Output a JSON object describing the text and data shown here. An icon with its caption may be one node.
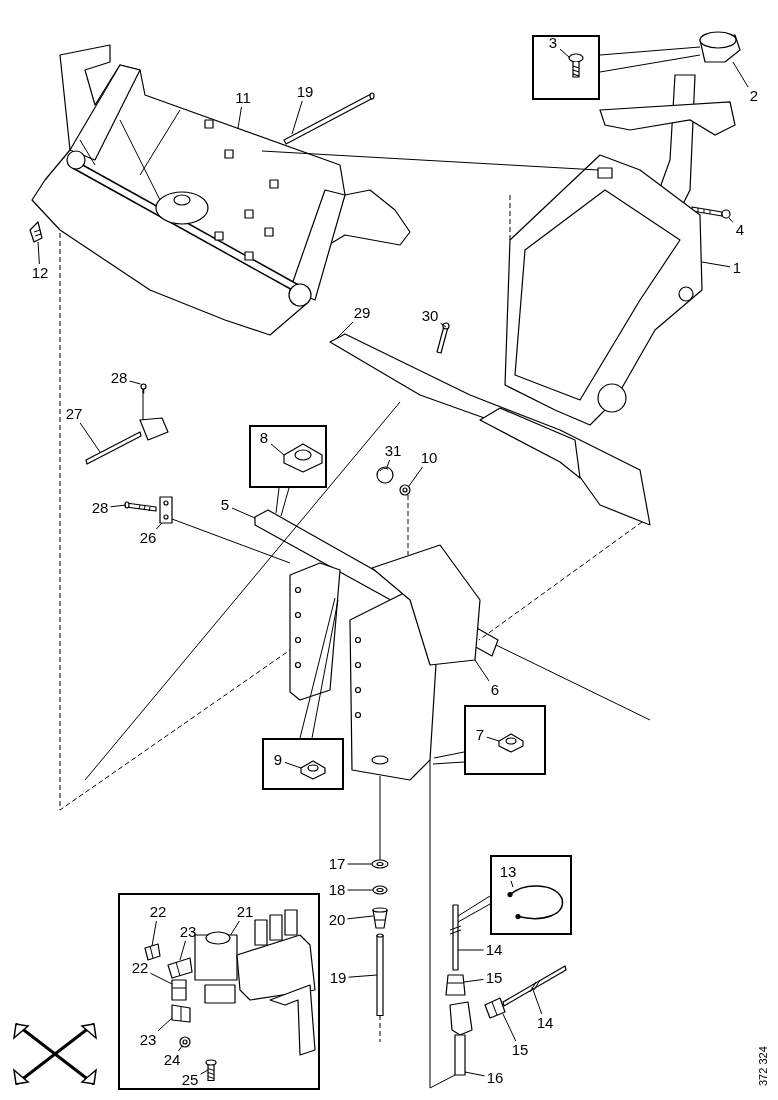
{
  "diagram": {
    "nodes": [
      {
        "text": [
          "19"
        ]
      },
      {
        "text": [
          "11"
        ]
      },
      {
        "text": [],
        "shape": "box"
      },
      {
        "text": [
          "3"
        ],
        "in": 2
      },
      {
        "text": [
          "2"
        ]
      },
      {
        "text": [
          "4"
        ]
      },
      {
        "text": [
          "1"
        ]
      },
      {
        "text": [
          "12"
        ]
      },
      {
        "text": [
          "29"
        ]
      },
      {
        "text": [
          "30"
        ]
      },
      {
        "text": [
          "28"
        ]
      },
      {
        "text": [],
        "shape": "box"
      },
      {
        "text": [
          "8"
        ],
        "in": 11
      },
      {
        "text": [
          "27"
        ]
      },
      {
        "text": [
          "31"
        ]
      },
      {
        "text": [
          "10"
        ]
      },
      {
        "text": [
          "28"
        ]
      },
      {
        "text": [
          "5"
        ]
      },
      {
        "text": [
          "26"
        ]
      },
      {
        "text": [
          "6"
        ]
      },
      {
        "text": [],
        "shape": "box"
      },
      {
        "text": [
          "9"
        ],
        "in": 20
      },
      {
        "text": [],
        "shape": "box"
      },
      {
        "text": [
          "7"
        ],
        "in": 22
      },
      {
        "text": [
          "17"
        ]
      },
      {
        "text": [
          "18"
        ]
      },
      {
        "text": [
          "20"
        ]
      },
      {
        "text": [
          "19"
        ]
      },
      {
        "text": [],
        "shape": "box"
      },
      {
        "text": [
          "13"
        ],
        "in": 28
      },
      {
        "text": [
          "14"
        ]
      },
      {
        "text": [
          "15"
        ]
      },
      {
        "text": [
          "14"
        ]
      },
      {
        "text": [
          "15"
        ]
      },
      {
        "text": [
          "16"
        ]
      },
      {
        "text": [],
        "shape": "box"
      },
      {
        "text": [
          "22"
        ],
        "in": 35
      },
      {
        "text": [
          "21"
        ],
        "in": 35
      },
      {
        "text": [
          "23"
        ],
        "in": 35
      },
      {
        "text": [
          "22"
        ],
        "in": 35
      },
      {
        "text": [
          "23"
        ],
        "in": 35
      },
      {
        "text": [
          "24"
        ],
        "in": 35
      },
      {
        "text": [
          "25"
        ],
        "in": 35
      },
      {
        "text": [],
        "shape": "picture"
      },
      {
        "text": [],
        "shape": "picture"
      },
      {
        "text": [],
        "shape": "picture"
      },
      {
        "text": [],
        "shape": "picture"
      },
      {
        "text": [],
        "shape": "picture"
      },
      {
        "text": [],
        "shape": "picture"
      },
      {
        "text": [],
        "shape": "picture"
      },
      {
        "text": [],
        "shape": "picture"
      },
      {
        "text": [],
        "shape": "picture"
      },
      {
        "text": [],
        "shape": "picture"
      },
      {
        "text": [],
        "shape": "picture"
      },
      {
        "text": [],
        "shape": "picture"
      },
      {
        "text": [],
        "shape": "picture"
      },
      {
        "text": [],
        "shape": "picture"
      },
      {
        "text": [],
        "shape": "picture"
      },
      {
        "text": [],
        "shape": "picture"
      },
      {
        "text": [],
        "shape": "picture"
      },
      {
        "text": [],
        "shape": "picture"
      },
      {
        "text": [],
        "shape": "picture"
      },
      {
        "text": [],
        "shape": "picture"
      },
      {
        "text": [],
        "shape": "picture"
      },
      {
        "text": [],
        "shape": "picture"
      },
      {
        "text": [],
        "shape": "picture"
      },
      {
        "text": [],
        "shape": "picture"
      },
      {
        "text": [],
        "shape": "picture",
        "in": 35
      },
      {
        "text": [],
        "shape": "picture",
        "in": 35
      },
      {
        "text": [],
        "shape": "picture",
        "in": 35
      },
      {
        "text": [],
        "shape": "picture",
        "in": 35
      },
      {
        "text": [],
        "shape": "picture",
        "in": 35
      },
      {
        "text": [],
        "shape": "picture",
        "in": 35
      },
      {
        "text": [],
        "shape": "picture",
        "in": 35
      },
      {
        "text": [],
        "shape": "picture",
        "in": 2
      },
      {
        "text": [],
        "shape": "picture",
        "in": 11
      },
      {
        "text": [],
        "shape": "picture",
        "in": 20
      },
      {
        "text": [],
        "shape": "picture",
        "in": 22
      },
      {
        "text": [],
        "shape": "picture",
        "in": 28
      }
    ],
    "edges": [
      {
        "from": 0,
        "to": 44,
        "arrow": "none"
      },
      {
        "from": 1,
        "to": 43,
        "arrow": "none"
      },
      {
        "from": 2,
        "to": 45,
        "arrow": "none"
      },
      {
        "from": 2,
        "to": 45,
        "arrow": "none"
      },
      {
        "from": 3,
        "to": 74,
        "arrow": "none"
      },
      {
        "from": 4,
        "to": 45,
        "arrow": "none"
      },
      {
        "from": 5,
        "to": 46,
        "arrow": "none"
      },
      {
        "from": 6,
        "to": 47,
        "arrow": "none"
      },
      {
        "from": 7,
        "to": 48,
        "arrow": "none"
      },
      {
        "from": 8,
        "to": 49,
        "arrow": "none"
      },
      {
        "from": 9,
        "to": 50,
        "arrow": "none"
      },
      {
        "from": 10,
        "to": 51,
        "arrow": "none"
      },
      {
        "from": 11,
        "to": 53,
        "arrow": "none"
      },
      {
        "from": 11,
        "to": 53,
        "arrow": "none"
      },
      {
        "from": 12,
        "to": 75,
        "arrow": "none"
      },
      {
        "from": 13,
        "to": 52,
        "arrow": "none"
      },
      {
        "from": 14,
        "to": 54,
        "arrow": "none"
      },
      {
        "from": 15,
        "to": 55,
        "arrow": "none"
      },
      {
        "from": 16,
        "to": 56,
        "arrow": "none"
      },
      {
        "from": 17,
        "to": 53,
        "arrow": "none"
      },
      {
        "from": 18,
        "to": 57,
        "arrow": "none"
      },
      {
        "from": 19,
        "to": 53,
        "arrow": "none"
      },
      {
        "from": 20,
        "to": 53,
        "arrow": "none"
      },
      {
        "from": 20,
        "to": 53,
        "arrow": "none"
      },
      {
        "from": 21,
        "to": 76,
        "arrow": "none"
      },
      {
        "from": 22,
        "to": 53,
        "arrow": "none"
      },
      {
        "from": 22,
        "to": 53,
        "arrow": "none"
      },
      {
        "from": 23,
        "to": 77,
        "arrow": "none"
      },
      {
        "from": 24,
        "to": 58,
        "arrow": "none"
      },
      {
        "from": 25,
        "to": 59,
        "arrow": "none"
      },
      {
        "from": 26,
        "to": 60,
        "arrow": "none"
      },
      {
        "from": 27,
        "to": 61,
        "arrow": "none"
      },
      {
        "from": 28,
        "to": 62,
        "arrow": "none"
      },
      {
        "from": 28,
        "to": 62,
        "arrow": "none"
      },
      {
        "from": 29,
        "to": 78,
        "arrow": "none"
      },
      {
        "from": 30,
        "to": 62,
        "arrow": "none"
      },
      {
        "from": 31,
        "to": 63,
        "arrow": "none"
      },
      {
        "from": 32,
        "to": 64,
        "arrow": "none"
      },
      {
        "from": 33,
        "to": 65,
        "arrow": "none"
      },
      {
        "from": 34,
        "to": 66,
        "arrow": "none"
      },
      {
        "from": 36,
        "to": 67,
        "arrow": "none"
      },
      {
        "from": 37,
        "to": 68,
        "arrow": "none"
      },
      {
        "from": 38,
        "to": 69,
        "arrow": "none"
      },
      {
        "from": 39,
        "to": 70,
        "arrow": "none"
      },
      {
        "from": 40,
        "to": 71,
        "arrow": "none"
      },
      {
        "from": 41,
        "to": 72,
        "arrow": "none"
      },
      {
        "from": 42,
        "to": 73,
        "arrow": "none"
      },
      {
        "from": 43,
        "to": 47,
        "arrow": "none"
      },
      {
        "from": 51,
        "to": 52,
        "arrow": "none"
      },
      {
        "from": 57,
        "to": 53,
        "arrow": "none"
      },
      {
        "from": 53,
        "to": null,
        "arrow": "none"
      },
      {
        "from": 49,
        "to": null,
        "arrow": "none"
      },
      {
        "from": 43,
        "to": 53,
        "arrow": "none",
        "style": "dashed"
      },
      {
        "from": null,
        "to": 47,
        "arrow": "none",
        "style": "dashed"
      },
      {
        "from": 49,
        "to": 53,
        "arrow": "none",
        "style": "dashed"
      },
      {
        "from": 55,
        "to": 53,
        "arrow": "none",
        "style": "dashed"
      },
      {
        "from": 53,
        "to": 58,
        "arrow": "none"
      },
      {
        "from": 61,
        "to": null,
        "arrow": "none",
        "style": "dashed"
      },
      {
        "from": 53,
        "to": 66,
        "arrow": "none"
      }
    ],
    "labels": [
      "372 324"
    ]
  }
}
